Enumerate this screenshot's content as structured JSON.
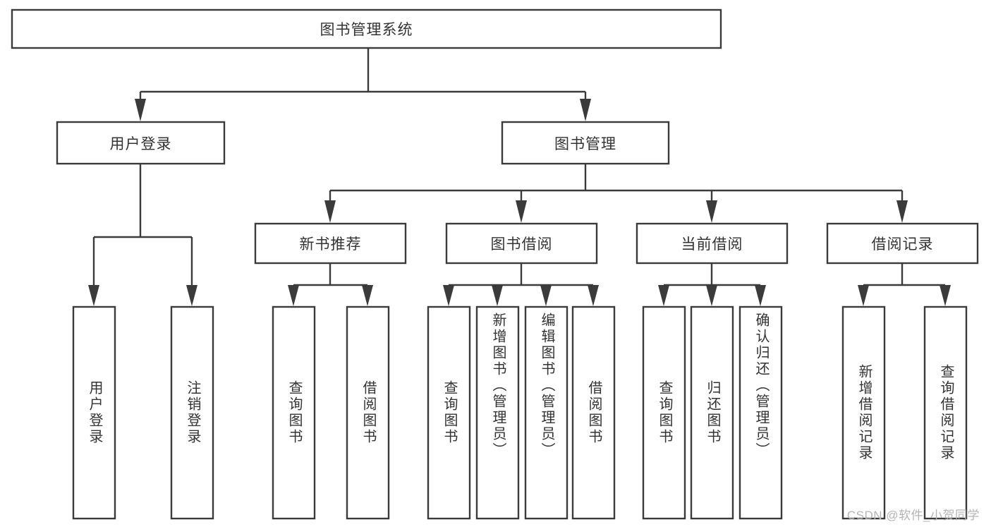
{
  "diagram": {
    "type": "hierarchy-tree",
    "title": "图书管理系统",
    "orientation": "top-down",
    "colors": {
      "stroke": "#3b3b3b",
      "box_fill": "#ffffff",
      "text": "#333333",
      "background": "#ffffff",
      "watermark": "#b4b4b4"
    },
    "root": {
      "id": "root",
      "label": "图书管理系统",
      "text_direction": "horizontal"
    },
    "level2": [
      {
        "id": "user-login",
        "label": "用户登录",
        "text_direction": "horizontal"
      },
      {
        "id": "book-manage",
        "label": "图书管理",
        "text_direction": "horizontal"
      }
    ],
    "level3": [
      {
        "id": "new-book-recommend",
        "label": "新书推荐",
        "parent": "book-manage",
        "text_direction": "horizontal"
      },
      {
        "id": "book-borrow",
        "label": "图书借阅",
        "parent": "book-manage",
        "text_direction": "horizontal"
      },
      {
        "id": "current-borrow",
        "label": "当前借阅",
        "parent": "book-manage",
        "text_direction": "horizontal"
      },
      {
        "id": "borrow-record",
        "label": "借阅记录",
        "parent": "book-manage",
        "text_direction": "horizontal"
      }
    ],
    "leaves": [
      {
        "id": "leaf-user-login",
        "label": "用户登录",
        "parent": "user-login",
        "text_direction": "vertical"
      },
      {
        "id": "leaf-logout-login",
        "label": "注销登录",
        "parent": "user-login",
        "text_direction": "vertical"
      },
      {
        "id": "leaf-query-book-1",
        "label": "查询图书",
        "parent": "new-book-recommend",
        "text_direction": "vertical"
      },
      {
        "id": "leaf-borrow-book-1",
        "label": "借阅图书",
        "parent": "new-book-recommend",
        "text_direction": "vertical"
      },
      {
        "id": "leaf-query-book-2",
        "label": "查询图书",
        "parent": "book-borrow",
        "text_direction": "vertical"
      },
      {
        "id": "leaf-add-book",
        "label": "新增图书（管理员）",
        "parent": "book-borrow",
        "text_direction": "vertical"
      },
      {
        "id": "leaf-edit-book",
        "label": "编辑图书（管理员）",
        "parent": "book-borrow",
        "text_direction": "vertical"
      },
      {
        "id": "leaf-borrow-book-2",
        "label": "借阅图书",
        "parent": "book-borrow",
        "text_direction": "vertical"
      },
      {
        "id": "leaf-query-book-3",
        "label": "查询图书",
        "parent": "current-borrow",
        "text_direction": "vertical"
      },
      {
        "id": "leaf-return-book",
        "label": "归还图书",
        "parent": "current-borrow",
        "text_direction": "vertical"
      },
      {
        "id": "leaf-confirm-return",
        "label": "确认归还（管理员）",
        "parent": "current-borrow",
        "text_direction": "vertical"
      },
      {
        "id": "leaf-add-record",
        "label": "新增借阅记录",
        "parent": "borrow-record",
        "text_direction": "vertical"
      },
      {
        "id": "leaf-query-record",
        "label": "查询借阅记录",
        "parent": "borrow-record",
        "text_direction": "vertical"
      }
    ],
    "watermark": "CSDN @软件_小贺同学"
  }
}
